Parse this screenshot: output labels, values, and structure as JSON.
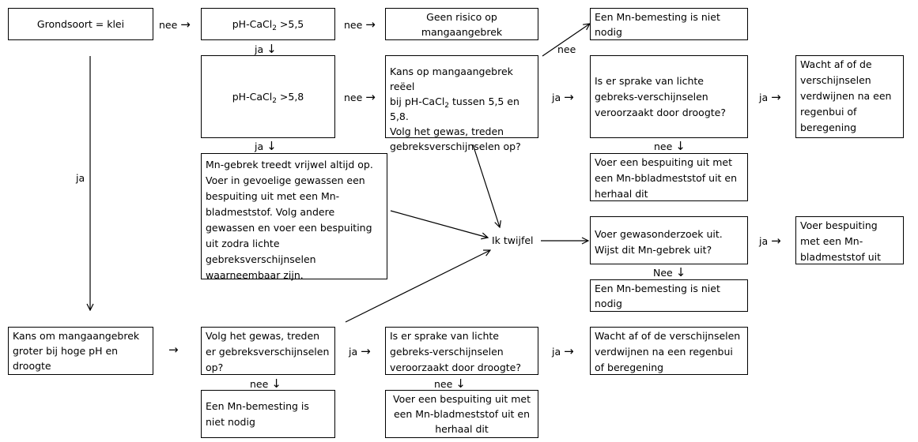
{
  "boxes": {
    "grondsoort": "Grondsoort = klei",
    "ph55": {
      "pre": "pH-CaCl",
      "sub": "2",
      "post": " >5,5"
    },
    "geen_risico": "Geen risico op mangaangebrek",
    "mn_niet_nodig_top": "Een Mn-bemesting is niet nodig",
    "ph58": {
      "pre": "pH-CaCl",
      "sub": "2",
      "post": " >5,8"
    },
    "kans_reeel": {
      "l1": "Kans op mangaangebrek reëel",
      "l2_pre": "bij pH-CaCl",
      "l2_sub": "2",
      "l2_post": " tussen 5,5 en 5,8.",
      "l3": "Volg het gewas, treden gebreksverschijnselen op?"
    },
    "lichte_gebreks_1": "Is er sprake van lichte gebreks-verschijnselen veroorzaakt door droogte?",
    "wacht_af_1": "Wacht af of de verschijnselen verdwijnen na een regenbui of beregening",
    "bespuiting_bblad": "Voer een bespuiting uit met een Mn-bbladmeststof uit en herhaal dit",
    "mn_gebrek_treedt": "Mn-gebrek treedt vrijwel altijd op. Voer in gevoelige gewassen een bespuiting uit met een Mn-bladmeststof. Volg andere gewassen en voer een bespuiting uit zodra lichte gebreksverschijnselen waarneembaar zijn.",
    "gewasonderzoek": "Voer gewasonderzoek uit. Wijst dit Mn-gebrek uit?",
    "bespuiting_met": "Voer bespuiting met een Mn-bladmeststof uit",
    "mn_niet_nodig_mid": "Een Mn-bemesting is niet nodig",
    "kans_hoge_ph": "Kans om mangaangebrek groter bij hoge pH en droogte",
    "volg_gewas": "Volg het gewas, treden er gebreksverschijnselen op?",
    "lichte_gebreks_2": "Is er sprake van lichte gebreks-verschijnselen veroorzaakt door droogte?",
    "wacht_af_2": "Wacht af of de verschijnselen verdwijnen na een regenbui of beregening",
    "mn_niet_nodig_bot": "Een Mn-bemesting is niet nodig",
    "bespuiting_blad": "Voer een bespuiting uit met een Mn-bladmeststof uit en herhaal dit",
    "ik_twijfel": "Ik twijfel"
  },
  "labels": {
    "nee": "nee",
    "Nee": "Nee",
    "ja": "ja",
    "arrow_right": "→",
    "arrow_down": "↓"
  }
}
